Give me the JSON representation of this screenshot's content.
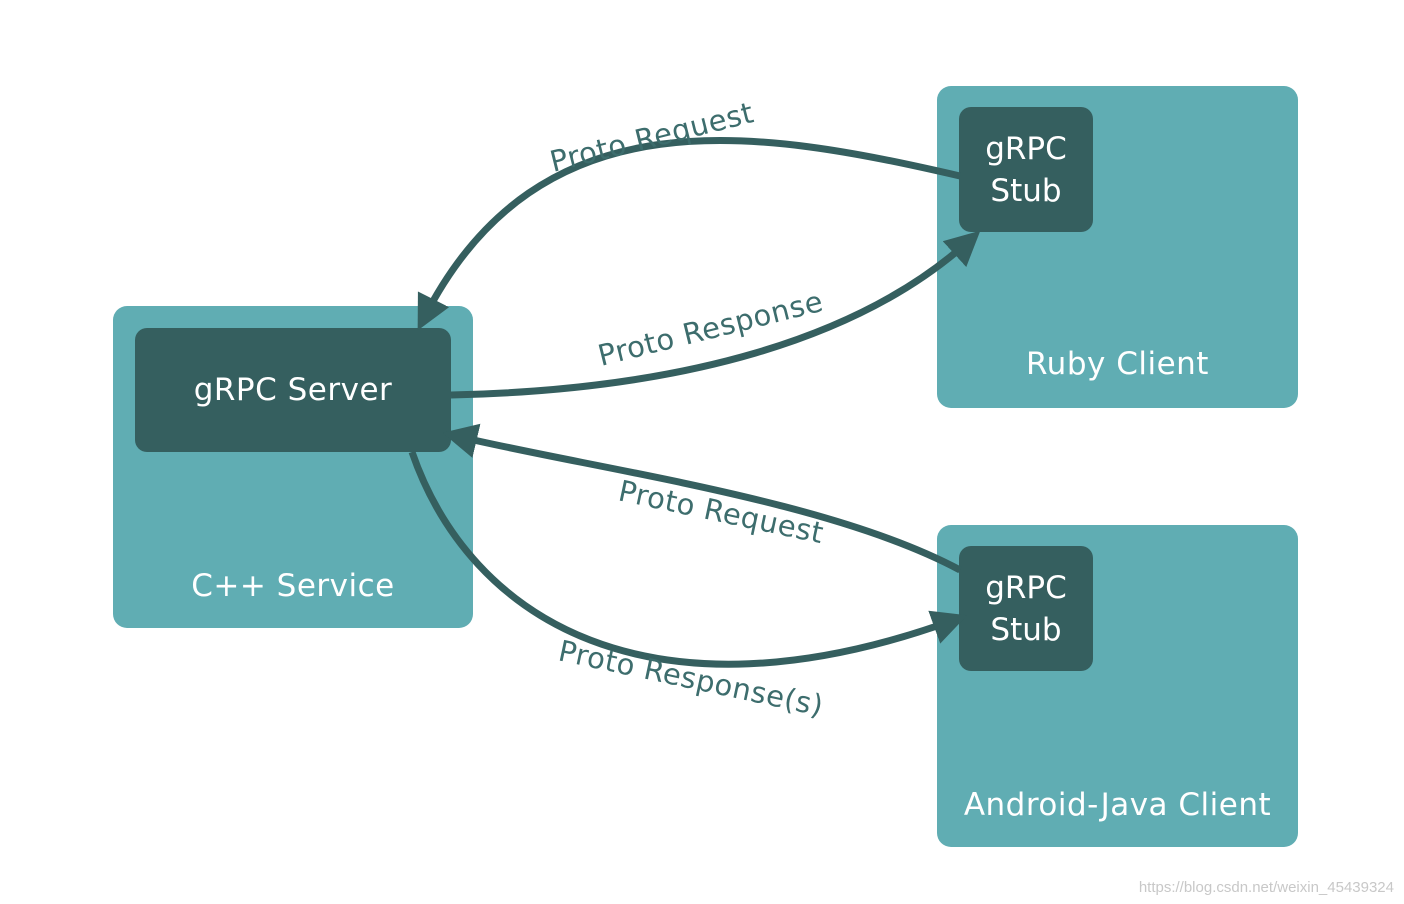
{
  "colors": {
    "outer_box": "#60adb3",
    "inner_box": "#355f5f",
    "arrow": "#355f5f",
    "label": "#3d6d6d",
    "text_on_box": "#ffffff"
  },
  "nodes": {
    "cpp_service": {
      "caption": "C++ Service",
      "server_label": "gRPC Server"
    },
    "ruby_client": {
      "caption": "Ruby Client",
      "stub_line1": "gRPC",
      "stub_line2": "Stub"
    },
    "android_client": {
      "caption": "Android-Java Client",
      "stub_line1": "gRPC",
      "stub_line2": "Stub"
    }
  },
  "edges": [
    {
      "from": "ruby_client",
      "to": "cpp_service",
      "label": "Proto Request"
    },
    {
      "from": "cpp_service",
      "to": "ruby_client",
      "label": "Proto Response"
    },
    {
      "from": "android_client",
      "to": "cpp_service",
      "label": "Proto Request"
    },
    {
      "from": "cpp_service",
      "to": "android_client",
      "label": "Proto Response(s)"
    }
  ],
  "watermark": "https://blog.csdn.net/weixin_45439324"
}
